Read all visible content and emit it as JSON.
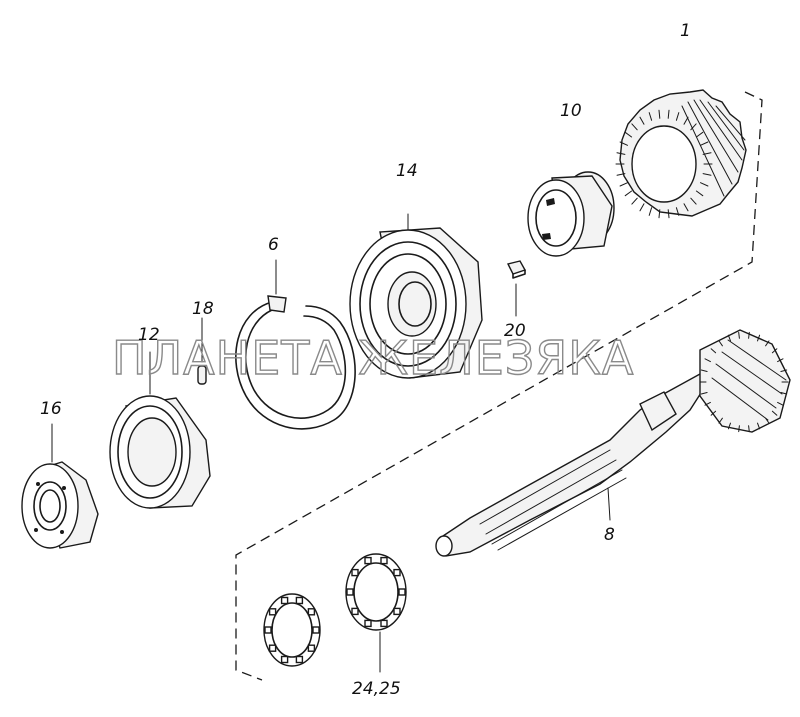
{
  "watermark": "ПЛАНЕТА ЖЕЛЕЗЯКА",
  "callouts": {
    "c1": "1",
    "c10": "10",
    "c14": "14",
    "c6": "6",
    "c18": "18",
    "c12": "12",
    "c16": "16",
    "c20": "20",
    "c8": "8",
    "c2425": "24,25"
  },
  "colors": {
    "ink": "#1a1a1a",
    "watermark": "#8a8a8a",
    "background": "#ffffff"
  }
}
